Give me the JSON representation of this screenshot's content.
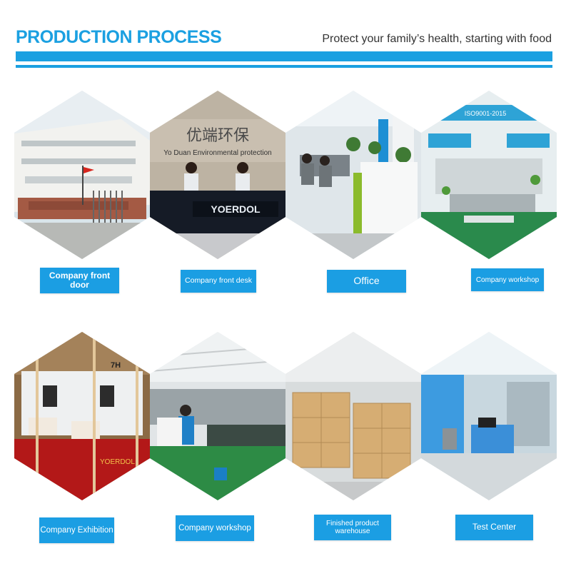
{
  "header": {
    "title": "PRODUCTION PROCESS",
    "tagline": "Protect your family’s health, starting with food"
  },
  "photo_text": {
    "front_desk_sign": "Yo Duan Environmental protection",
    "front_desk_logo": "YOERDOL",
    "front_desk_chinese": "优端环保",
    "workshop_banner": "ISO9001-2015",
    "exhibition_booth": "7H",
    "exhibition_logo": "YOERDOL"
  },
  "gallery": {
    "row1": [
      {
        "label": "Company front door"
      },
      {
        "label": "Company front desk"
      },
      {
        "label": "Office"
      },
      {
        "label": "Company workshop"
      }
    ],
    "row2": [
      {
        "label": "Company Exhibition"
      },
      {
        "label": "Company workshop"
      },
      {
        "label": "Finished product warehouse"
      },
      {
        "label": "Test Center"
      }
    ]
  },
  "colors": {
    "accent": "#1ba0e1",
    "label_bg": "#1b9ee3"
  }
}
